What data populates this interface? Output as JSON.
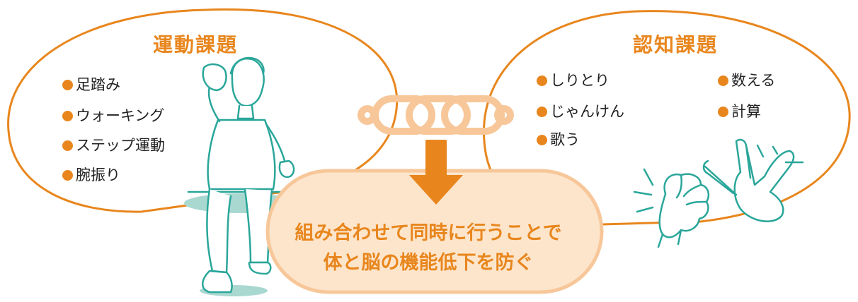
{
  "motor": {
    "title": "運動課題",
    "items": [
      "足踏み",
      "ウォーキング",
      "ステップ運動",
      "腕振り"
    ]
  },
  "cognitive": {
    "title": "認知課題",
    "items": [
      "しりとり",
      "じゃんけん",
      "歌う",
      "数える",
      "計算"
    ]
  },
  "result": {
    "line1": "組み合わせて同時に行うことで",
    "line2": "体と脳の機能低下を防ぐ"
  },
  "colors": {
    "accent": "#e8861d",
    "chain": "#f7c79a",
    "result_fill": "#fde5cc",
    "figure_line": "#2aa69a",
    "figure_shadow": "#a9d8d0"
  },
  "icons": [
    "person-exercising-icon",
    "chain-icon",
    "down-arrow-icon",
    "fist-rock-icon",
    "peace-scissors-icon"
  ]
}
